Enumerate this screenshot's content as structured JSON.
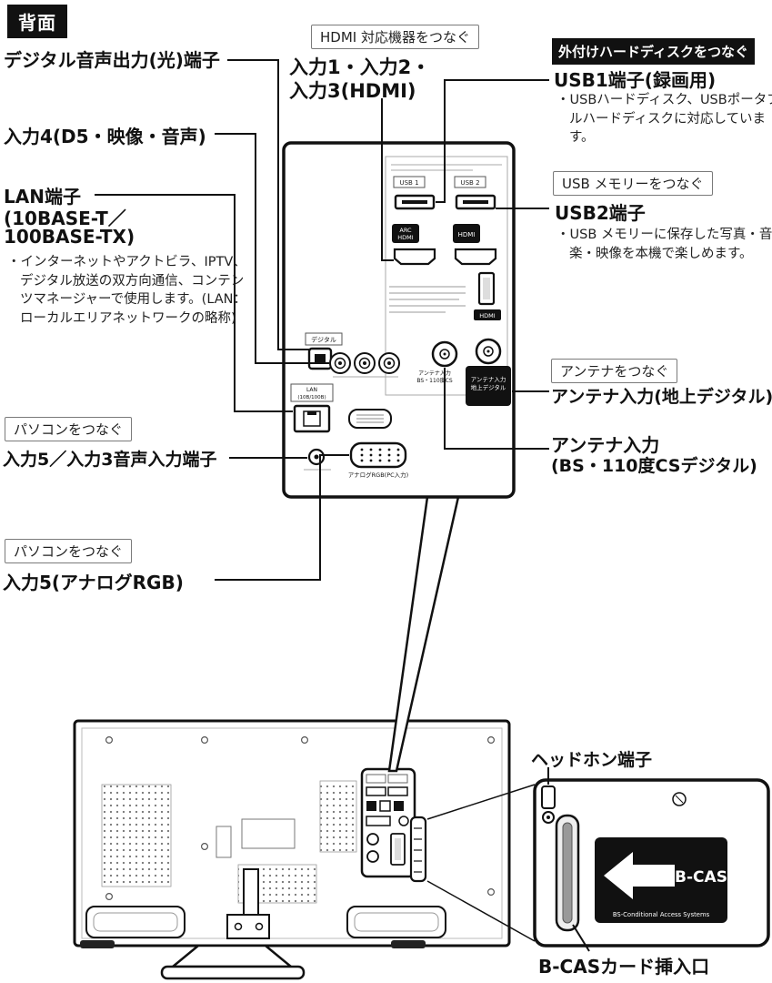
{
  "page": {
    "badge": "背面"
  },
  "callouts": {
    "digital_audio": "デジタル音声出力(光)端子",
    "hdmi_box": "HDMI 対応機器をつなぐ",
    "inputs_hdmi_1": "入力1・入力2・",
    "inputs_hdmi_2": "入力3(HDMI)",
    "ext_hdd_badge": "外付けハードディスクをつなぐ",
    "usb1_label": "USB1端子(録画用)",
    "usb1_note": "・USBハードディスク、USBポータブルハードディスクに対応しています。",
    "input4_label": "入力4(D5・映像・音声)",
    "usb_mem_box": "USB メモリーをつなぐ",
    "usb2_label": "USB2端子",
    "usb2_note": "・USB メモリーに保存した写真・音楽・映像を本機で楽しめます。",
    "lan_1": "LAN端子",
    "lan_2": "(10BASE-T／",
    "lan_3": "100BASE-TX)",
    "lan_note": "・インターネットやアクトビラ、IPTV、デジタル放送の双方向通信、コンテンツマネージャーで使用します。(LAN：ローカルエリアネットワークの略称)",
    "antenna_box": "アンテナをつなぐ",
    "antenna_ter": "アンテナ入力(地上デジタル)",
    "antenna_bs_1": "アンテナ入力",
    "antenna_bs_2": "(BS・110度CSデジタル)",
    "pc_box_1": "パソコンをつなぐ",
    "input5_audio": "入力5／入力3音声入力端子",
    "pc_box_2": "パソコンをつなぐ",
    "input5_rgb": "入力5(アナログRGB)",
    "headphone": "ヘッドホン端子",
    "bcas_slot": "B-CASカード挿入口"
  },
  "panel": {
    "usb1_plate": "USB 1",
    "usb2_plate": "USB 2",
    "arc_1": "ARC",
    "arc_2": "HDMI",
    "hdmi_badge": "HDMI",
    "hdmi_side_badge": "HDMI",
    "optical_plate": "デジタル",
    "lan_plate_1": "LAN",
    "lan_plate_2": "(10B/100B)",
    "ant_bs_1": "アンテナ入力",
    "ant_bs_2": "BS・110度CS",
    "ant_ter_1": "アンテナ入力",
    "ant_ter_2": "地上デジタル",
    "rgb_caption": "アナログRGB(PC入力)"
  },
  "bcas": {
    "brand": "B-CAS",
    "tagline": "BS-Conditional Access Systems"
  }
}
